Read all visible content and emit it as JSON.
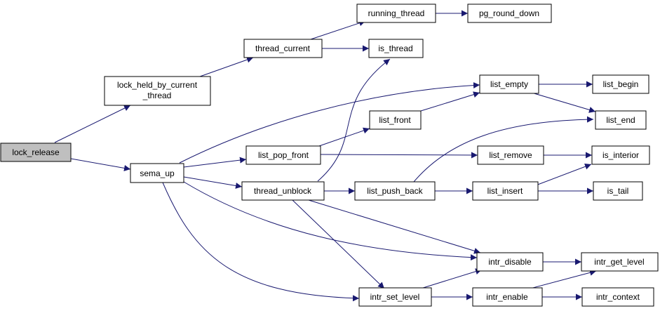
{
  "graph": {
    "nodes": {
      "lock_release": "lock_release",
      "lock_held_1": "lock_held_by_current",
      "lock_held_2": "_thread",
      "sema_up": "sema_up",
      "thread_current": "thread_current",
      "running_thread": "running_thread",
      "pg_round_down": "pg_round_down",
      "is_thread": "is_thread",
      "list_empty": "list_empty",
      "list_begin": "list_begin",
      "list_front": "list_front",
      "list_end": "list_end",
      "list_pop_front": "list_pop_front",
      "list_remove": "list_remove",
      "is_interior": "is_interior",
      "thread_unblock": "thread_unblock",
      "list_push_back": "list_push_back",
      "list_insert": "list_insert",
      "is_tail": "is_tail",
      "intr_disable": "intr_disable",
      "intr_get_level": "intr_get_level",
      "intr_set_level": "intr_set_level",
      "intr_enable": "intr_enable",
      "intr_context": "intr_context"
    }
  },
  "colors": {
    "edge": "#191970",
    "root_fill": "#bfbfbf",
    "node_fill": "#ffffff",
    "node_stroke": "#000000"
  }
}
